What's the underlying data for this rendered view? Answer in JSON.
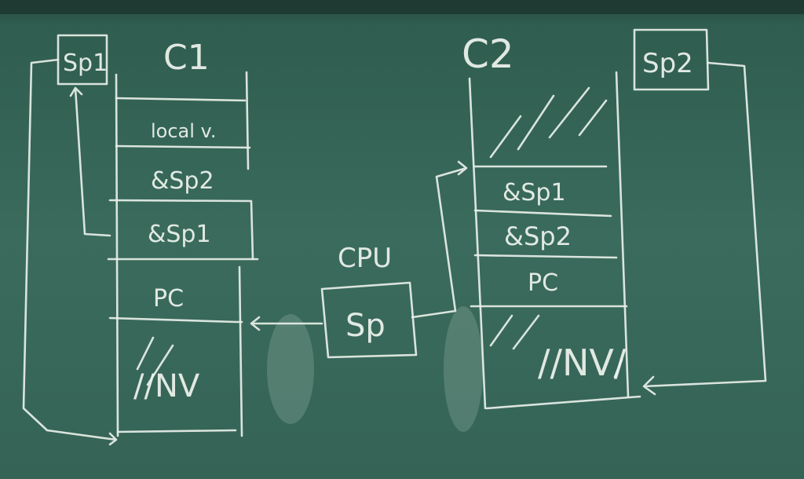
{
  "diagram": {
    "type": "stack context switch (chalkboard)",
    "left_stack": {
      "title": "C1",
      "pointer_label": "Sp1",
      "cells": [
        "local v.",
        "&Sp2",
        "&Sp1",
        "PC",
        "//NV"
      ]
    },
    "cpu": {
      "title": "CPU",
      "register_label": "Sp"
    },
    "right_stack": {
      "title": "C2",
      "pointer_label": "Sp2",
      "cells": [
        "////",
        "&Sp1",
        "&Sp2",
        "PC",
        "//NV/"
      ]
    },
    "arrows": [
      {
        "from": "Sp1",
        "to": "C1 bottom",
        "label": ""
      },
      {
        "from": "C1 &Sp1",
        "to": "Sp1",
        "label": ""
      },
      {
        "from": "CPU Sp",
        "to": "C2 &Sp1 region",
        "label": ""
      },
      {
        "from": "Sp2",
        "to": "C2 bottom",
        "label": ""
      }
    ]
  }
}
